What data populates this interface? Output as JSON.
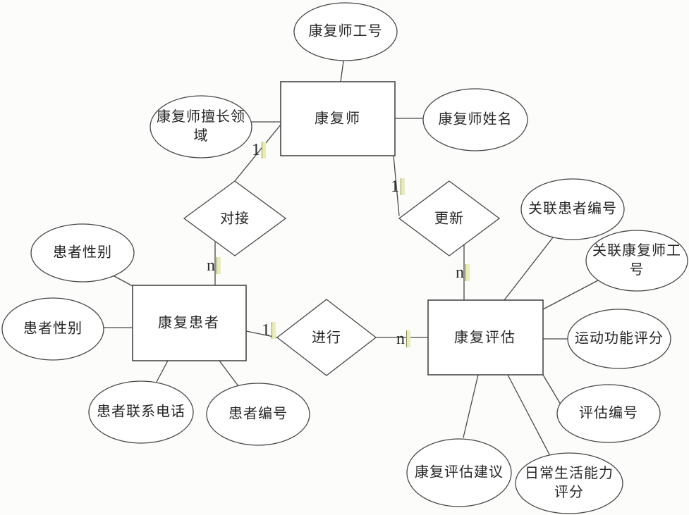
{
  "diagram": {
    "entities": {
      "therapist": "康复师",
      "patient": "康复患者",
      "assessment": "康复评估"
    },
    "relationships": {
      "connect": "对接",
      "update": "更新",
      "conduct": "进行"
    },
    "attributes": {
      "therapist_id": "康复师工号",
      "therapist_specialty": "康复师擅长领\n域",
      "therapist_name": "康复师姓名",
      "patient_gender_upper": "患者性别",
      "patient_gender_lower": "患者性别",
      "patient_phone": "患者联系电话",
      "patient_id": "患者编号",
      "linked_patient_id": "关联患者编号",
      "linked_therapist_id": "关联康复师工\n号",
      "motor_function_score": "运动功能评分",
      "assessment_id": "评估编号",
      "daily_living_score": "日常生活能力\n评分",
      "assessment_advice": "康复评估建议"
    },
    "cardinalities": {
      "connect_therapist": "1",
      "connect_patient": "n",
      "update_therapist": "1",
      "update_assessment": "n",
      "conduct_patient": "1",
      "conduct_assessment": "n"
    },
    "colors": {
      "line": "#474747",
      "shape_fill": "#ffffff",
      "tick_highlight": "#e9edb2"
    }
  }
}
